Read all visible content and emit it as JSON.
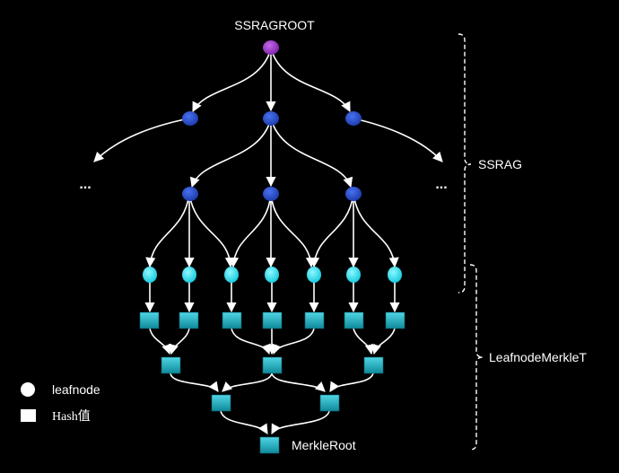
{
  "title": "SSRAGROOT",
  "ellipsis_left": "...",
  "ellipsis_right": "...",
  "group_ssrag": "SSRAG",
  "group_merkle": "LeafnodeMerkleT",
  "merkle_root_label": "MerkleRoot",
  "legend": {
    "leafnode": "leafnode",
    "hash": "Hash值"
  },
  "colors": {
    "root": "#9b30c8",
    "internal": "#1f48c9",
    "leaf": "#19e5f5",
    "hash": "#1aa9b8",
    "edge": "#ffffff",
    "background": "#000000"
  }
}
